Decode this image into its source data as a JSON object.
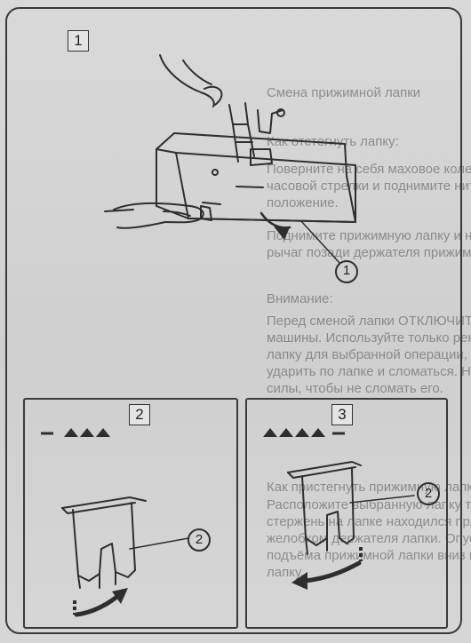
{
  "panels": {
    "main": {
      "number": "1",
      "callout": "1"
    },
    "left": {
      "number": "2",
      "callout": "2"
    },
    "right": {
      "number": "3",
      "callout": "2"
    }
  },
  "bleed_through": {
    "heading": "Смена прижимной лапки",
    "section_remove_title": "Как отстегнуть лапку:",
    "remove_lines": [
      "Поверните на себя маховое колесо против",
      "часовой стрелки и поднимите нитку в верхнее",
      "положение.",
      "Поднимите прижимную лапку и нажмите на",
      "рычаг позади держателя прижимной лапки."
    ],
    "note_title": "Внимание:",
    "note_lines": [
      "Перед сменой лапки ОТКЛЮЧИТЕ питание",
      "машины. Используйте только рекомендованную",
      "лапку для выбранной операции, иначе игла может",
      "ударить по лапке и сломаться. Не прилагайте",
      "силы, чтобы не сломать его."
    ],
    "section_attach_title": "Как пристегнуть прижимную лапку:",
    "attach_lines": [
      "Расположите выбранную лапку так, чтобы",
      "стержень на лапке находился прямо под",
      "желобком держателя лапки. Опустите рычаг",
      "подъёма прижимной лапки вниз и пристегните",
      "лапку."
    ]
  }
}
